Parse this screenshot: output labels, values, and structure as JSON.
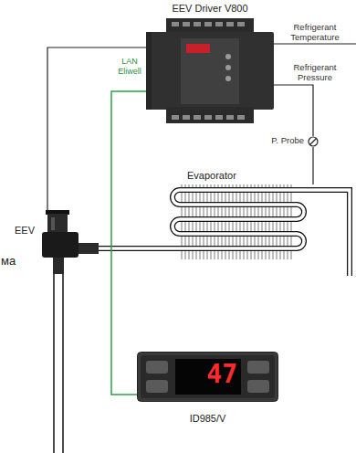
{
  "diagram": {
    "nodes": [
      {
        "text": [
          "EEV Driver V800"
        ]
      },
      {
        "text": [
          "EEV"
        ]
      },
      {
        "text": [
          "Evaporator"
        ]
      },
      {
        "text": [
          "P. Probe"
        ]
      },
      {
        "text": [
          "47",
          "ID985/V"
        ]
      }
    ],
    "edges": [
      {
        "from": 0,
        "to": 1,
        "arrow": "none"
      },
      {
        "from": 0,
        "to": 3,
        "arrow": "none",
        "label": "Refrigerant Pressure"
      },
      {
        "from": 3,
        "to": 2,
        "arrow": "none"
      },
      {
        "from": 1,
        "to": 2,
        "arrow": "none"
      },
      {
        "from": 0,
        "to": 4,
        "arrow": "none",
        "label": "LAN Eliwell"
      }
    ],
    "labels": [
      "Refrigerant Temperature",
      "ма"
    ]
  }
}
